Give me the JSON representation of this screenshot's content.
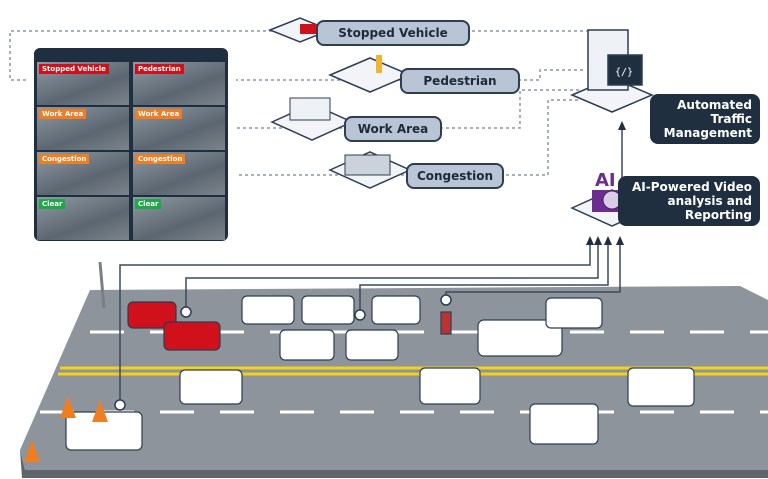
{
  "video_wall": {
    "tiles": [
      {
        "label": "Stopped Vehicle",
        "color": "#d0101a"
      },
      {
        "label": "Pedestrian",
        "color": "#d0101a"
      },
      {
        "label": "Work Area",
        "color": "#ef7d22"
      },
      {
        "label": "Work Area",
        "color": "#ef7d22"
      },
      {
        "label": "Congestion",
        "color": "#ef7d22"
      },
      {
        "label": "Congestion",
        "color": "#ef7d22"
      },
      {
        "label": "Clear",
        "color": "#1ea84a"
      },
      {
        "label": "Clear",
        "color": "#1ea84a"
      }
    ]
  },
  "events": {
    "stopped_vehicle": "Stopped Vehicle",
    "pedestrian": "Pedestrian",
    "work_area": "Work Area",
    "congestion": "Congestion"
  },
  "systems": {
    "atm": [
      "Automated",
      "Traffic",
      "Management"
    ],
    "ai": [
      "AI-Powered Video",
      "analysis and",
      "Reporting"
    ],
    "ai_logo": "AI"
  }
}
